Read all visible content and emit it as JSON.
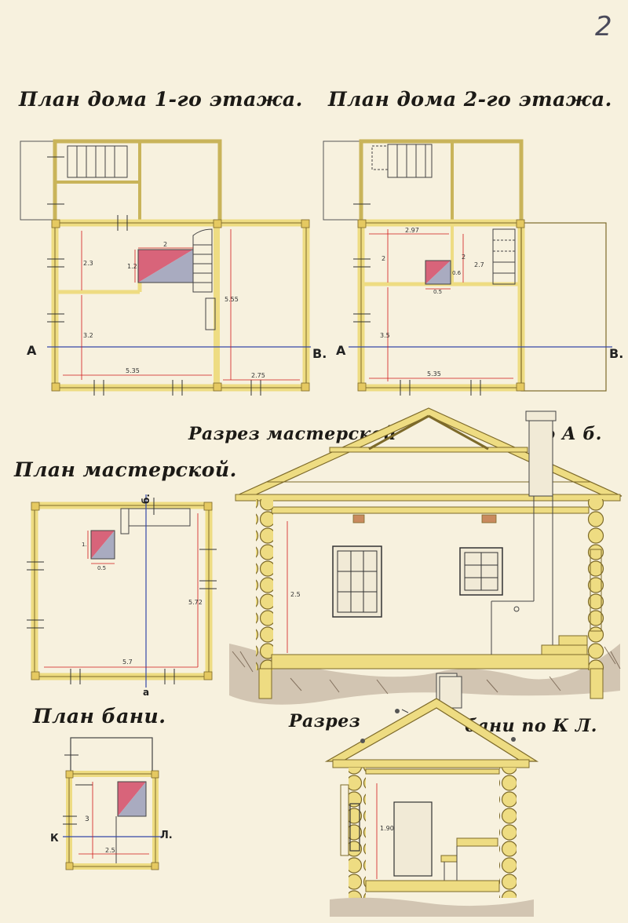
{
  "sheet_number": "2",
  "titles": {
    "plan_floor1": "План дома 1-го этажа.",
    "plan_floor2": "План дома 2-го этажа.",
    "section_workshop_a": "Разрез мастерской",
    "section_workshop_b": "по А б.",
    "plan_workshop": "План мастерской.",
    "plan_bath": "План бани.",
    "section_bath_a": "Разрез",
    "section_bath_b": "бани по К Л."
  },
  "plan_floor1": {
    "dim_main_width": "5.35",
    "dim_right_width": "2.75",
    "dim_height": "5.55",
    "dim_upper": "2.3",
    "dim_lower": "3.2",
    "dim_stove_w": "2",
    "dim_stove_h": "1.2",
    "marker_left": "А",
    "marker_right": "В."
  },
  "plan_floor2": {
    "dim_main_width": "5.35",
    "dim_top": "2.97",
    "dim_upper": "2",
    "dim_lower": "3.5",
    "dim_stove_a": "2",
    "dim_stove_b": "2.7",
    "dim_stove_c": "0.6",
    "dim_stove_d": "0.5",
    "marker_left": "А",
    "marker_right": "В."
  },
  "plan_workshop": {
    "dim_width": "5.7",
    "dim_height": "5.72",
    "dim_stove_h": "1.",
    "dim_stove_w": "0.5",
    "marker_top": "б.",
    "marker_bottom": "а"
  },
  "plan_bath": {
    "dim_height": "3",
    "dim_width": "2.5",
    "marker_left": "К",
    "marker_right": "Л."
  },
  "section_workshop": {
    "dim_height": "2.5"
  },
  "section_bath": {
    "dim_height": "1.90"
  },
  "colors": {
    "paper": "#f7f1de",
    "wall": "#eedc82",
    "wall_line": "#7d6a2a",
    "stove_red": "#d8647a",
    "stove_grey": "#a9abc0",
    "dimension": "#d01a1a",
    "axis": "#3548a8",
    "ground": "#6e5a47"
  }
}
